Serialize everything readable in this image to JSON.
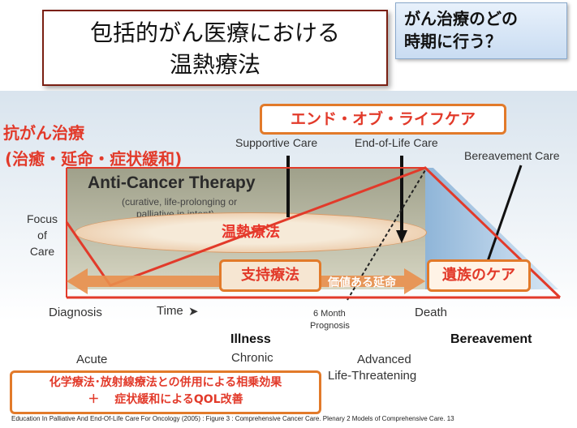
{
  "title": {
    "line1": "包括的がん医療における",
    "line2": "温熱療法"
  },
  "question": {
    "line1": "がん治療のどの",
    "line2": "時期に行う？"
  },
  "labels_jp": {
    "anticancer": "抗がん治療",
    "anticancer_sub": "(治癒・延命・症状緩和)",
    "end_of_life": "エンド・オブ・ライフケア",
    "hyperthermia": "温熱療法",
    "supportive": "支持療法",
    "meaningful_prolong": "価値ある延命",
    "bereavement_care": "遺族のケア"
  },
  "labels_en": {
    "supportive_care": "Supportive Care",
    "end_of_life_care": "End-of-Life Care",
    "bereavement_care": "Bereavement Care",
    "anti_cancer_therapy": "Anti-Cancer Therapy",
    "anti_cancer_sub1": "(curative, life-prolonging or",
    "anti_cancer_sub2": "palliative in intent)",
    "focus_of_care_1": "Focus",
    "focus_of_care_2": "of",
    "focus_of_care_3": "Care",
    "diagnosis": "Diagnosis",
    "time": "Time",
    "time_arrow": "➤",
    "six_month_1": "6 Month",
    "six_month_2": "Prognosis",
    "death": "Death",
    "illness": "Illness",
    "bereavement": "Bereavement",
    "acute": "Acute",
    "chronic": "Chronic",
    "advanced_1": "Advanced",
    "advanced_2": "Life-Threatening"
  },
  "bottom_box": {
    "line1": "化学療法･放射線療法との併用による相乗効果",
    "line2": "＋　 症状緩和によるQOL改善"
  },
  "citation": "Education In Palliative And End-Of-Life Care For Oncology (2005) : Figure 3 : Comprehensive Cancer Care. Plenary 2 Models of Comprehensive Care. 13"
}
